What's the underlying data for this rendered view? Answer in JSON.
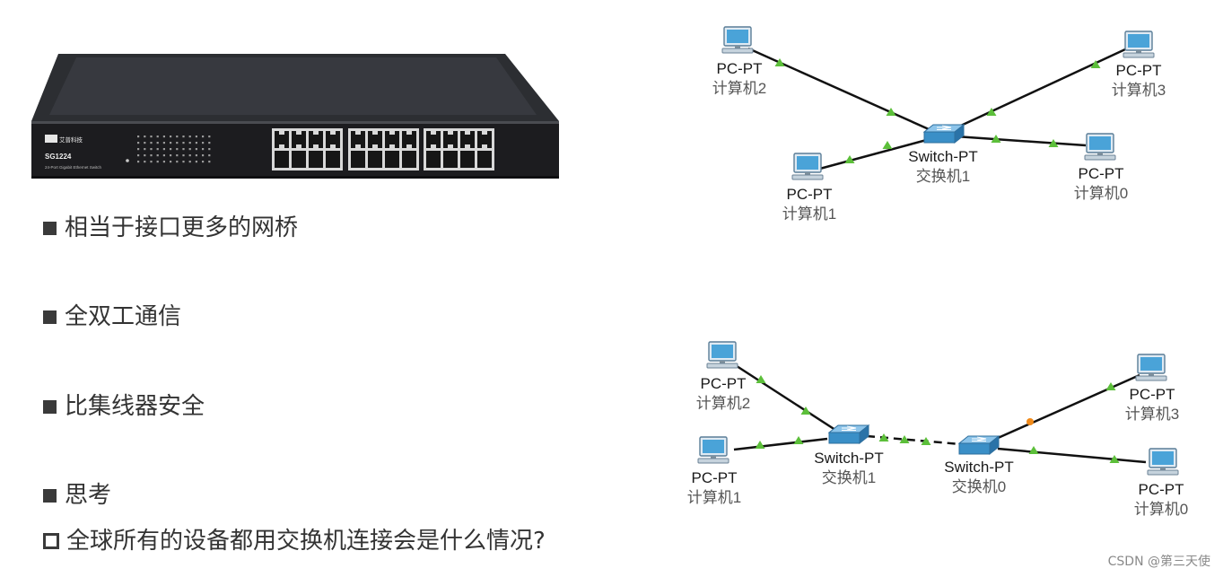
{
  "bullets": [
    {
      "text": "相当于接口更多的网桥",
      "style": "filled"
    },
    {
      "text": "全双工通信",
      "style": "filled"
    },
    {
      "text": "比集线器安全",
      "style": "filled"
    },
    {
      "text": "思考",
      "style": "filled"
    },
    {
      "text": "全球所有的设备都用交换机连接会是什么情况?",
      "style": "hollow"
    }
  ],
  "switch_photo": {
    "brand_label": "艾普科技",
    "model": "SG1224",
    "subtitle": "24-Port Gigabit Ethernet Switch"
  },
  "diagram_top": {
    "pc2": {
      "type": "PC-PT",
      "name": "计算机2"
    },
    "pc3": {
      "type": "PC-PT",
      "name": "计算机3"
    },
    "pc1": {
      "type": "PC-PT",
      "name": "计算机1"
    },
    "pc0": {
      "type": "PC-PT",
      "name": "计算机0"
    },
    "switch1": {
      "type": "Switch-PT",
      "name": "交换机1"
    }
  },
  "diagram_bottom": {
    "pc2": {
      "type": "PC-PT",
      "name": "计算机2"
    },
    "pc1": {
      "type": "PC-PT",
      "name": "计算机1"
    },
    "pc3": {
      "type": "PC-PT",
      "name": "计算机3"
    },
    "pc0": {
      "type": "PC-PT",
      "name": "计算机0"
    },
    "switch1": {
      "type": "Switch-PT",
      "name": "交换机1"
    },
    "switch0": {
      "type": "Switch-PT",
      "name": "交换机0"
    }
  },
  "colors": {
    "link_up": "#5cbf3a",
    "link_pending": "#f08a1a",
    "switch_blue": "#3a8fc7",
    "pc_blue": "#4aa3d8"
  },
  "watermark": "CSDN @第三天使"
}
